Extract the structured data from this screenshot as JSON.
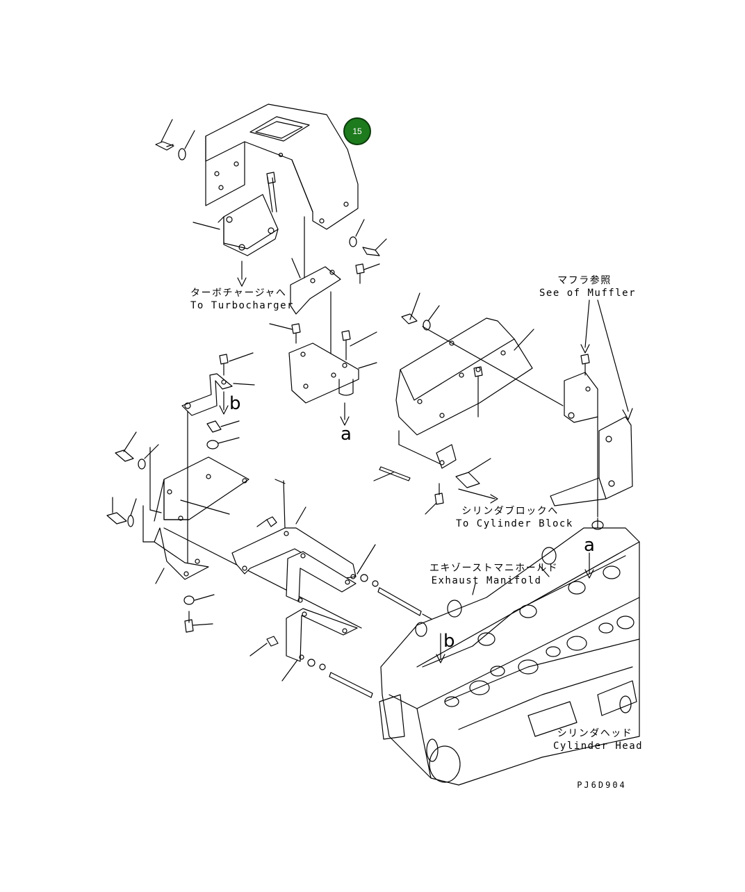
{
  "callout": {
    "number": "15",
    "color": "#1d7a1d"
  },
  "labels": {
    "turbo_jp": "ターボチャージャへ",
    "turbo_en": "To Turbocharger",
    "muffler_jp": "マフラ参照",
    "muffler_en": "See of Muffler",
    "cylblock_jp": "シリンダブロックへ",
    "cylblock_en": "To Cylinder Block",
    "exhaust_jp": "エキゾーストマニホールド",
    "exhaust_en": "Exhaust Manifold",
    "cylhead_jp": "シリンダヘッド",
    "cylhead_en": "Cylinder Head",
    "ref_a": "a",
    "ref_b": "b",
    "drawing_code": "PJ6D904"
  }
}
